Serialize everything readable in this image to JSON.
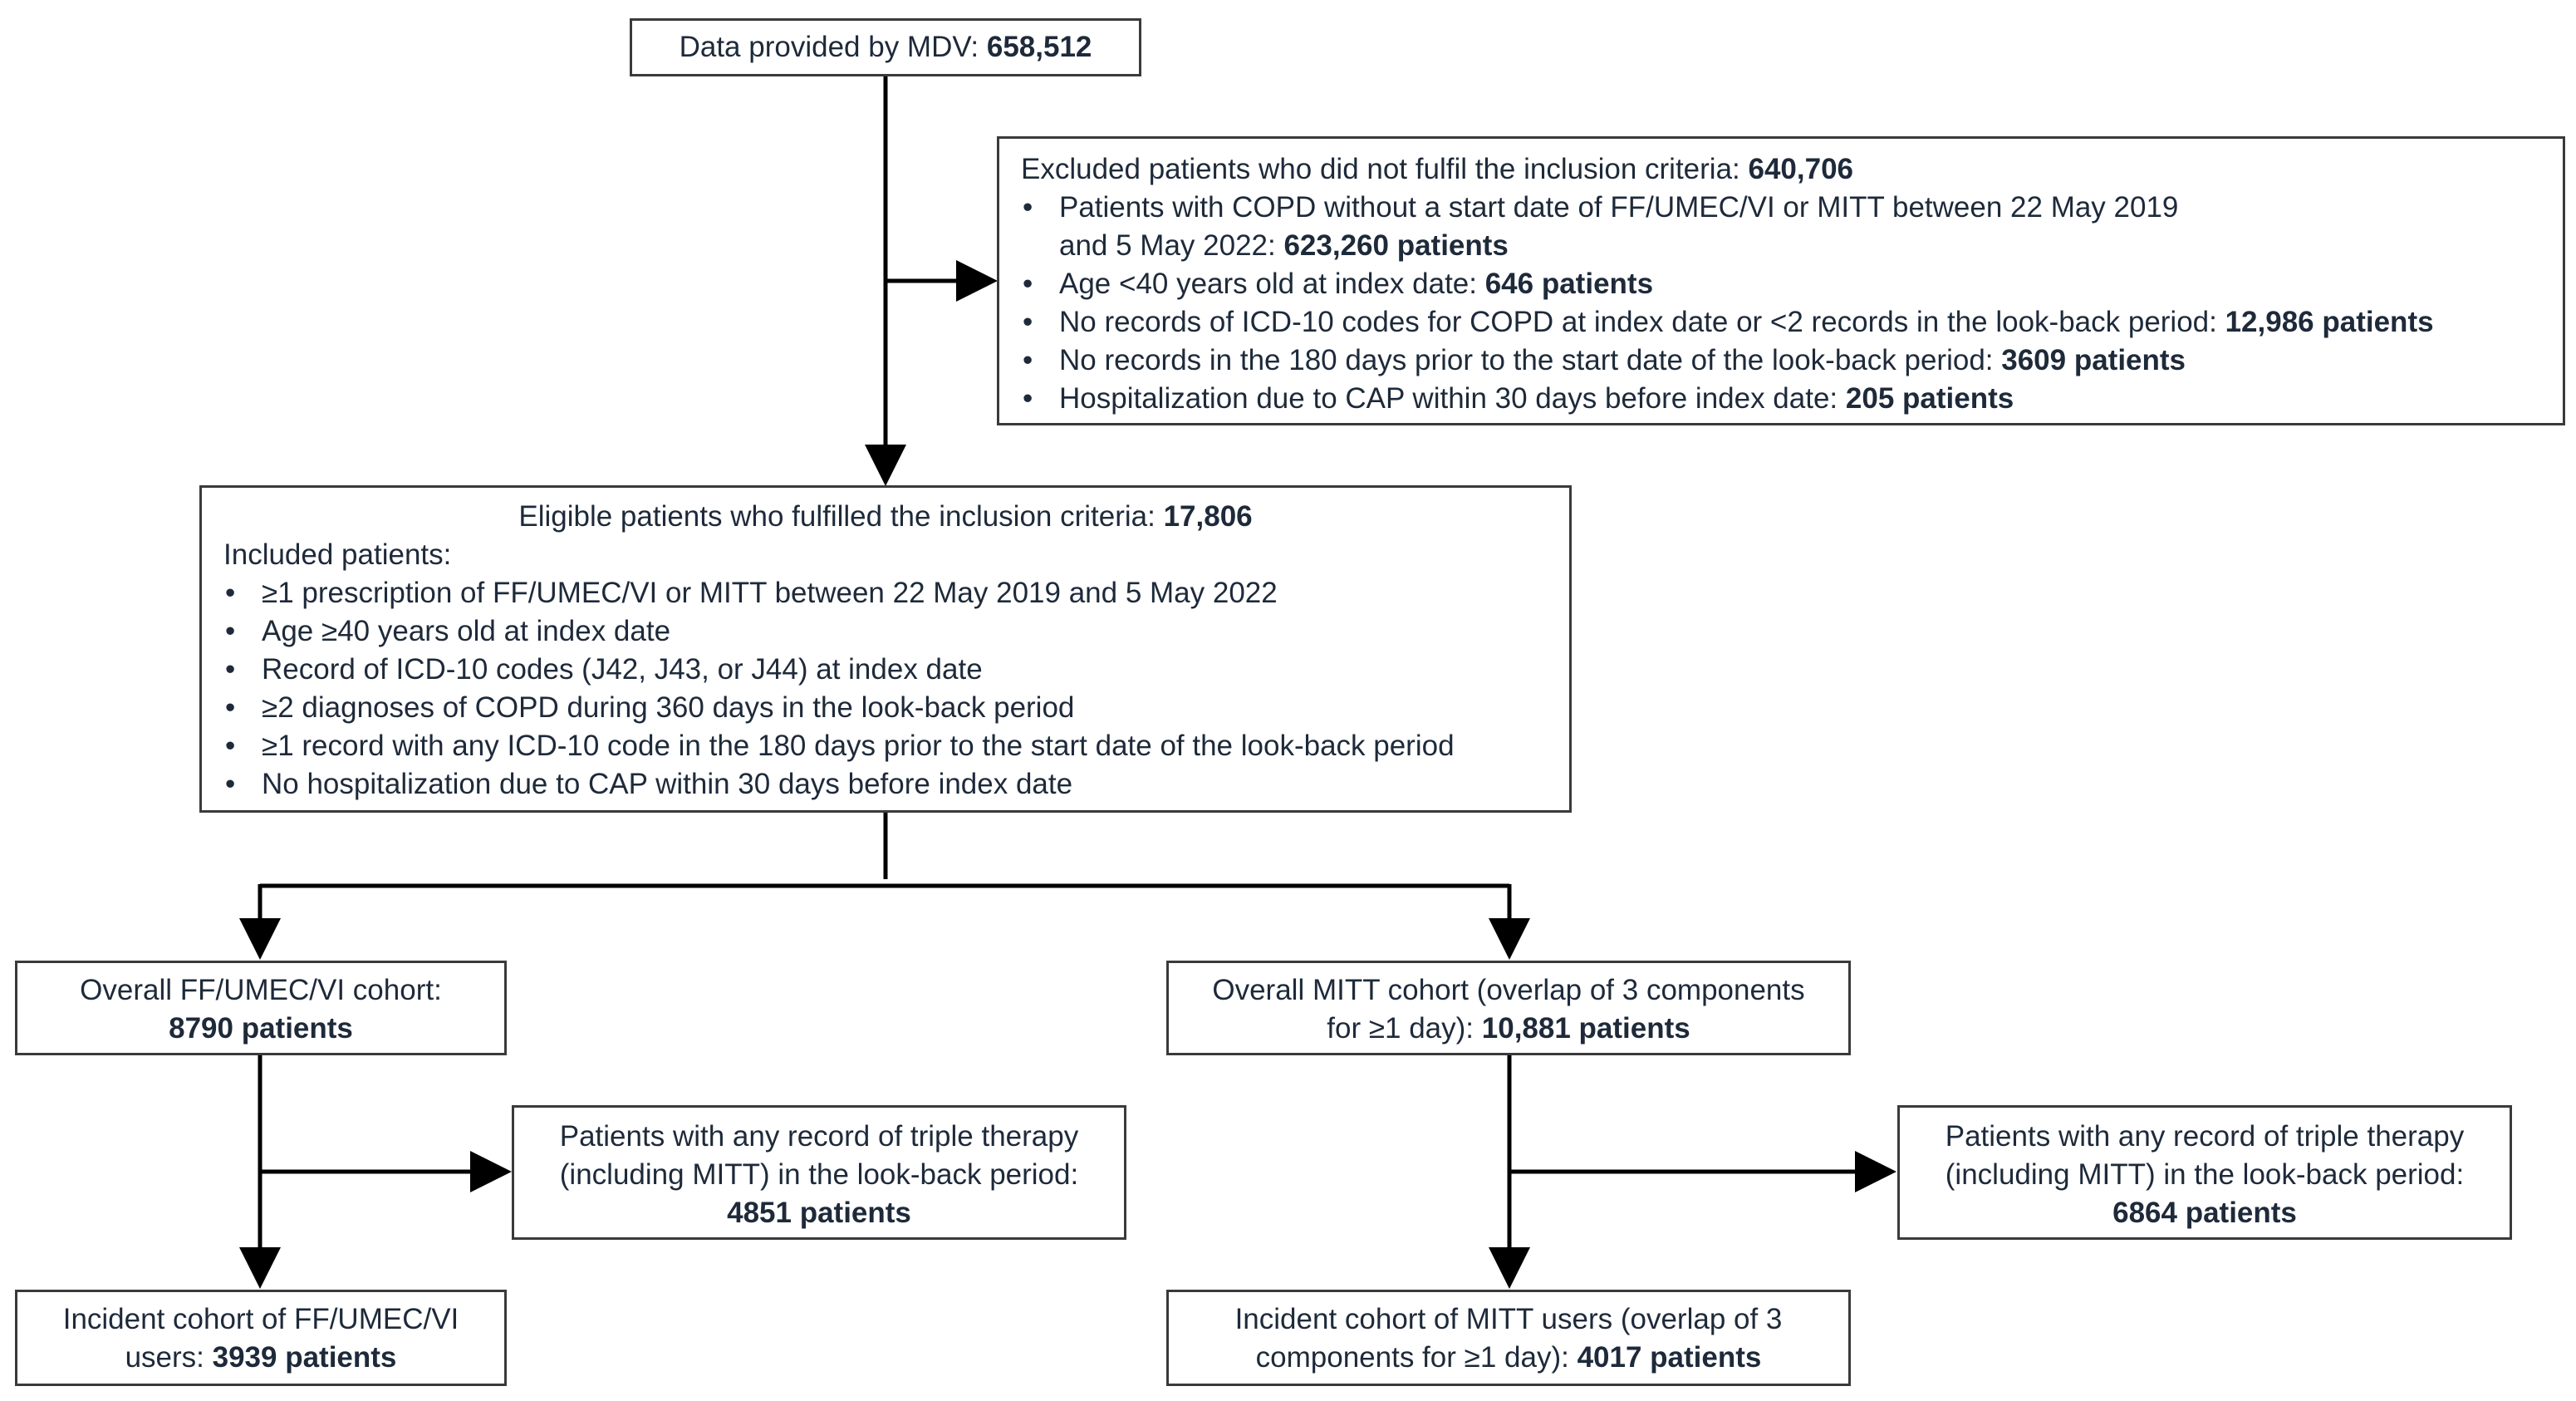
{
  "source": {
    "label": "Data provided by MDV: ",
    "count": "658,512"
  },
  "excluded": {
    "title": "Excluded patients who did not fulfil the inclusion criteria: ",
    "count": "640,706",
    "items": [
      {
        "text": "Patients with COPD without a start date of FF/UMEC/VI or MITT between 22 May 2019",
        "text2": "and 5 May 2022: ",
        "count": "623,260 patients"
      },
      {
        "text": "Age <40 years old at index date: ",
        "count": "646 patients"
      },
      {
        "text": "No records of ICD-10 codes for COPD at index date or <2 records in the look-back period: ",
        "count": "12,986 patients"
      },
      {
        "text": "No records in the 180 days prior to the start date of the look-back period: ",
        "count": "3609 patients"
      },
      {
        "text": "Hospitalization due to CAP within 30 days before index date: ",
        "count": "205 patients"
      }
    ]
  },
  "eligible": {
    "title": "Eligible patients who fulfilled the inclusion criteria: ",
    "count": "17,806",
    "subtitle": "Included patients:",
    "items": [
      "≥1 prescription of FF/UMEC/VI or MITT between 22 May 2019 and 5 May 2022",
      "Age ≥40 years old at index date",
      "Record of ICD-10 codes (J42, J43, or J44) at index date",
      "≥2 diagnoses of COPD during 360 days in the look-back period",
      "≥1 record with any ICD-10 code in the 180 days prior to the start date of the look-back period",
      "No hospitalization due to CAP within 30 days before index date"
    ]
  },
  "ff_overall": {
    "line1": "Overall FF/UMEC/VI cohort:",
    "count": "8790 patients"
  },
  "mitt_overall": {
    "line1": "Overall MITT cohort (overlap of 3 components",
    "line2": "for ≥1 day): ",
    "count": "10,881 patients"
  },
  "ff_excluded": {
    "line1": "Patients with any record of triple therapy",
    "line2": "(including MITT) in the look-back period:",
    "count": "4851 patients"
  },
  "mitt_excluded": {
    "line1": "Patients with any record of triple therapy",
    "line2": "(including MITT) in the look-back period:",
    "count": "6864 patients"
  },
  "ff_incident": {
    "line1": "Incident cohort of FF/UMEC/VI",
    "line2": "users: ",
    "count": "3939 patients"
  },
  "mitt_incident": {
    "line1": "Incident cohort of MITT users (overlap of 3",
    "line2": "components for ≥1 day): ",
    "count": "4017 patients"
  },
  "colors": {
    "text": "#1e2a3a",
    "border": "#3a3a3a",
    "arrow": "#000000"
  }
}
